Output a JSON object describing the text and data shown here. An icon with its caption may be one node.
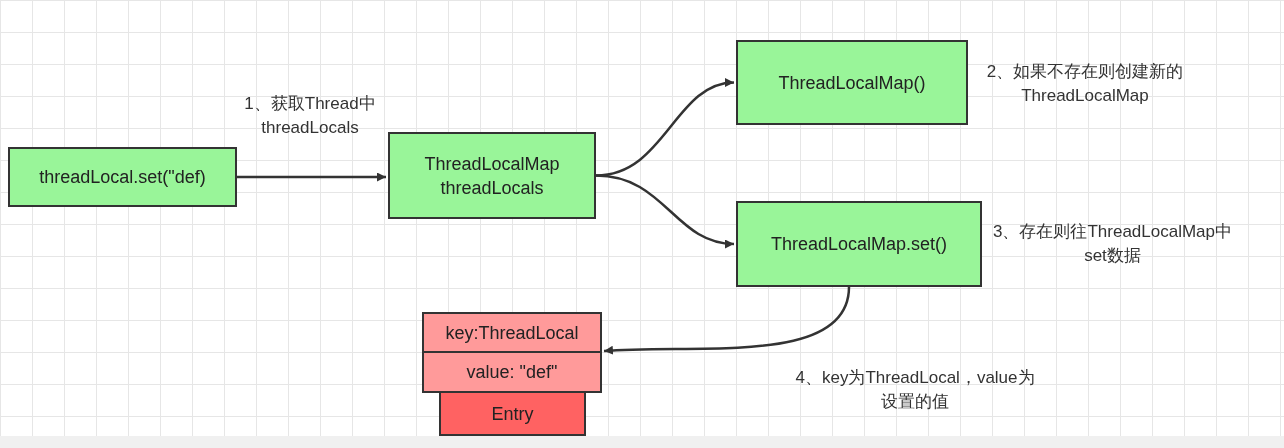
{
  "diagram": {
    "nodes": [
      {
        "text": [
          "threadLocal.set(\"def)"
        ]
      },
      {
        "text": [
          "ThreadLocalMap threadLocals"
        ]
      },
      {
        "text": [
          "ThreadLocalMap()"
        ],
        "beside": [
          "2、如果不存在则创建新的ThreadLocalMap"
        ]
      },
      {
        "text": [
          "ThreadLocalMap.set()"
        ],
        "beside": [
          "3、存在则往ThreadLocalMap中set数据"
        ]
      },
      {
        "text": [
          "key:ThreadLocal"
        ]
      },
      {
        "text": [
          "value: \"def\""
        ]
      },
      {
        "text": [
          "Entry"
        ]
      }
    ],
    "edges": [
      {
        "from": 0,
        "to": 1,
        "arrow": "to",
        "label": "1、获取Thread中threadLocals"
      },
      {
        "from": 1,
        "to": 2,
        "arrow": "to"
      },
      {
        "from": 1,
        "to": 3,
        "arrow": "to"
      },
      {
        "from": 3,
        "to": 4,
        "arrow": "to",
        "label": "4、key为ThreadLocal，value为设置的值"
      }
    ]
  }
}
